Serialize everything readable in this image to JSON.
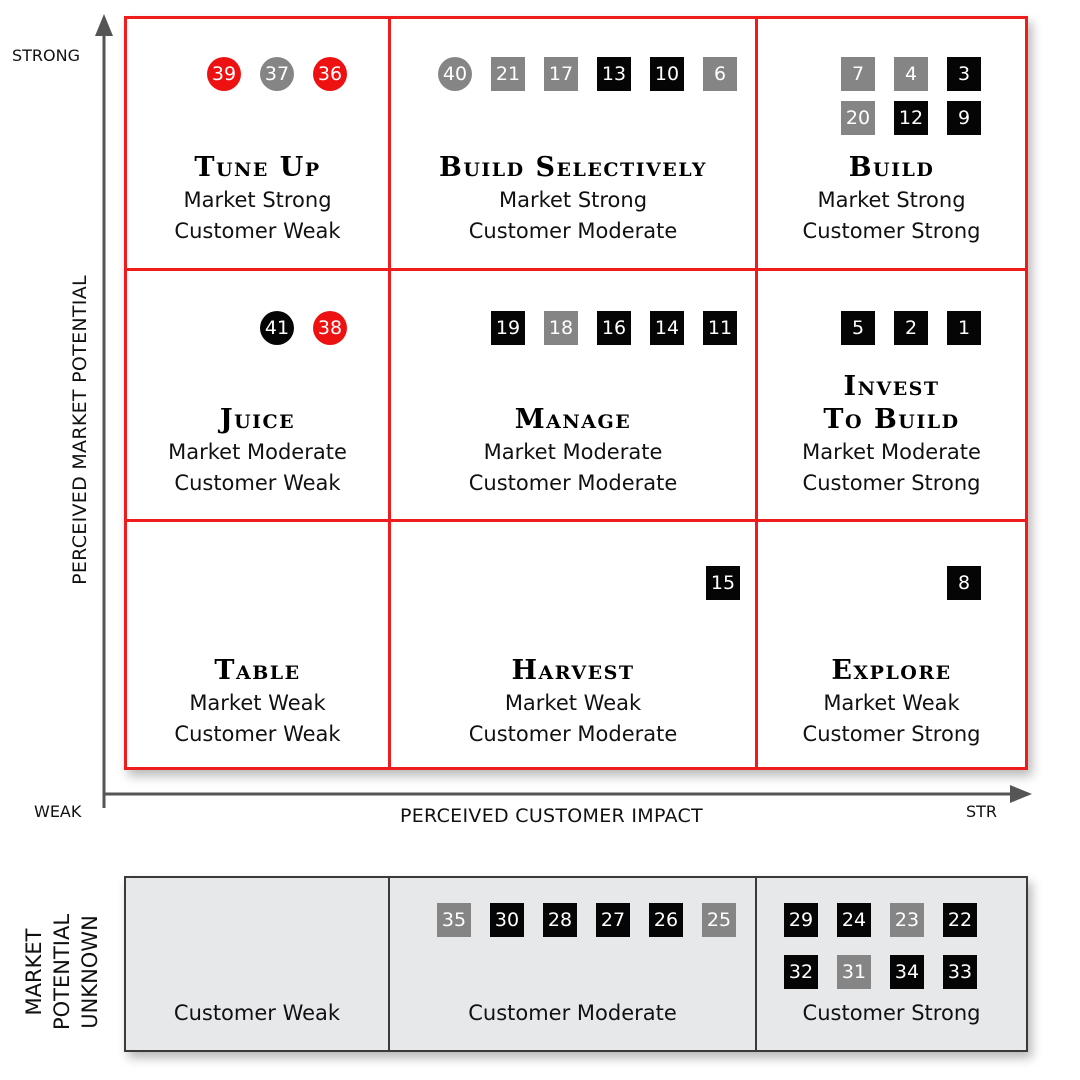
{
  "axes": {
    "y_label": "PERCEIVED MARKET POTENTIAL",
    "x_label": "PERCEIVED CUSTOMER IMPACT",
    "y_top": "STRONG",
    "x_left": "WEAK",
    "x_right": "STR"
  },
  "colors": {
    "grid_border": "#ee1c1c",
    "strip_border": "#3a3a3a",
    "strip_bg": "#e6e8ea",
    "black": "#050505",
    "gray": "#858585",
    "red": "#ee1111"
  },
  "cells": [
    {
      "title_lines": [
        "Tune Up"
      ],
      "subs": [
        "Market Strong",
        "Customer Weak"
      ],
      "markers": [
        {
          "n": "39",
          "shape": "circle",
          "color": "red"
        },
        {
          "n": "37",
          "shape": "circle",
          "color": "gray"
        },
        {
          "n": "36",
          "shape": "circle",
          "color": "red"
        }
      ]
    },
    {
      "title_lines": [
        "Build Selectively"
      ],
      "subs": [
        "Market Strong",
        "Customer Moderate"
      ],
      "markers": [
        {
          "n": "40",
          "shape": "circle",
          "color": "gray"
        },
        {
          "n": "21",
          "shape": "square",
          "color": "gray"
        },
        {
          "n": "17",
          "shape": "square",
          "color": "gray"
        },
        {
          "n": "13",
          "shape": "square",
          "color": "black"
        },
        {
          "n": "10",
          "shape": "square",
          "color": "black"
        },
        {
          "n": "6",
          "shape": "square",
          "color": "gray"
        }
      ]
    },
    {
      "title_lines": [
        "Build"
      ],
      "subs": [
        "Market Strong",
        "Customer Strong"
      ],
      "markers": [
        {
          "n": "7",
          "shape": "square",
          "color": "gray"
        },
        {
          "n": "4",
          "shape": "square",
          "color": "gray"
        },
        {
          "n": "3",
          "shape": "square",
          "color": "black"
        },
        {
          "n": "20",
          "shape": "square",
          "color": "gray"
        },
        {
          "n": "12",
          "shape": "square",
          "color": "black"
        },
        {
          "n": "9",
          "shape": "square",
          "color": "black"
        }
      ]
    },
    {
      "title_lines": [
        "Juice"
      ],
      "subs": [
        "Market Moderate",
        "Customer Weak"
      ],
      "markers": [
        {
          "n": "41",
          "shape": "circle",
          "color": "black"
        },
        {
          "n": "38",
          "shape": "circle",
          "color": "red"
        }
      ]
    },
    {
      "title_lines": [
        "Manage"
      ],
      "subs": [
        "Market Moderate",
        "Customer Moderate"
      ],
      "markers": [
        {
          "n": "19",
          "shape": "square",
          "color": "black"
        },
        {
          "n": "18",
          "shape": "square",
          "color": "gray"
        },
        {
          "n": "16",
          "shape": "square",
          "color": "black"
        },
        {
          "n": "14",
          "shape": "square",
          "color": "black"
        },
        {
          "n": "11",
          "shape": "square",
          "color": "black"
        }
      ]
    },
    {
      "title_lines": [
        "Invest",
        "To Build"
      ],
      "subs": [
        "Market Moderate",
        "Customer Strong"
      ],
      "markers": [
        {
          "n": "5",
          "shape": "square",
          "color": "black"
        },
        {
          "n": "2",
          "shape": "square",
          "color": "black"
        },
        {
          "n": "1",
          "shape": "square",
          "color": "black"
        }
      ]
    },
    {
      "title_lines": [
        "Table"
      ],
      "subs": [
        "Market Weak",
        "Customer Weak"
      ],
      "markers": []
    },
    {
      "title_lines": [
        "Harvest"
      ],
      "subs": [
        "Market Weak",
        "Customer Moderate"
      ],
      "markers": [
        {
          "n": "15",
          "shape": "square",
          "color": "black"
        }
      ]
    },
    {
      "title_lines": [
        "Explore"
      ],
      "subs": [
        "Market Weak",
        "Customer Strong"
      ],
      "markers": [
        {
          "n": "8",
          "shape": "square",
          "color": "black"
        }
      ]
    }
  ],
  "unknown": {
    "side_label": [
      "MARKET",
      "POTENTIAL",
      "UNKNOWN"
    ],
    "cells": [
      {
        "label": "Customer Weak",
        "markers": []
      },
      {
        "label": "Customer Moderate",
        "markers": [
          {
            "n": "35",
            "shape": "square",
            "color": "gray"
          },
          {
            "n": "30",
            "shape": "square",
            "color": "black"
          },
          {
            "n": "28",
            "shape": "square",
            "color": "black"
          },
          {
            "n": "27",
            "shape": "square",
            "color": "black"
          },
          {
            "n": "26",
            "shape": "square",
            "color": "black"
          },
          {
            "n": "25",
            "shape": "square",
            "color": "gray"
          }
        ]
      },
      {
        "label": "Customer Strong",
        "markers": [
          {
            "n": "29",
            "shape": "square",
            "color": "black"
          },
          {
            "n": "24",
            "shape": "square",
            "color": "black"
          },
          {
            "n": "23",
            "shape": "square",
            "color": "gray"
          },
          {
            "n": "22",
            "shape": "square",
            "color": "black"
          },
          {
            "n": "32",
            "shape": "square",
            "color": "black"
          },
          {
            "n": "31",
            "shape": "square",
            "color": "gray"
          },
          {
            "n": "34",
            "shape": "square",
            "color": "black"
          },
          {
            "n": "33",
            "shape": "square",
            "color": "black"
          }
        ]
      }
    ]
  }
}
